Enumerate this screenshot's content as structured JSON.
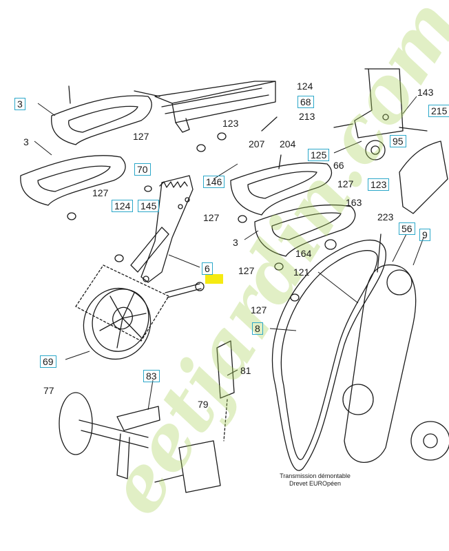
{
  "labels": [
    {
      "id": "3a",
      "text": "3",
      "boxed": true
    },
    {
      "id": "3b",
      "text": "3",
      "boxed": false
    },
    {
      "id": "3c",
      "text": "3",
      "boxed": false
    },
    {
      "id": "6",
      "text": "6",
      "boxed": true
    },
    {
      "id": "8",
      "text": "8",
      "boxed": true
    },
    {
      "id": "9",
      "text": "9",
      "boxed": true
    },
    {
      "id": "56",
      "text": "56",
      "boxed": true
    },
    {
      "id": "66",
      "text": "66",
      "boxed": false
    },
    {
      "id": "68",
      "text": "68",
      "boxed": true
    },
    {
      "id": "69",
      "text": "69",
      "boxed": true
    },
    {
      "id": "70",
      "text": "70",
      "boxed": true
    },
    {
      "id": "77",
      "text": "77",
      "boxed": false
    },
    {
      "id": "79",
      "text": "79",
      "boxed": false
    },
    {
      "id": "81",
      "text": "81",
      "boxed": false
    },
    {
      "id": "83",
      "text": "83",
      "boxed": true
    },
    {
      "id": "95",
      "text": "95",
      "boxed": true
    },
    {
      "id": "121",
      "text": "121",
      "boxed": false
    },
    {
      "id": "123a",
      "text": "123",
      "boxed": false
    },
    {
      "id": "123b",
      "text": "123",
      "boxed": true
    },
    {
      "id": "124a",
      "text": "124",
      "boxed": true
    },
    {
      "id": "124b",
      "text": "124",
      "boxed": false
    },
    {
      "id": "125",
      "text": "125",
      "boxed": true
    },
    {
      "id": "127a",
      "text": "127",
      "boxed": false
    },
    {
      "id": "127b",
      "text": "127",
      "boxed": false
    },
    {
      "id": "127c",
      "text": "127",
      "boxed": false
    },
    {
      "id": "127d",
      "text": "127",
      "boxed": false
    },
    {
      "id": "127e",
      "text": "127",
      "boxed": false
    },
    {
      "id": "127f",
      "text": "127",
      "boxed": false
    },
    {
      "id": "143",
      "text": "143",
      "boxed": false
    },
    {
      "id": "145",
      "text": "145",
      "boxed": true
    },
    {
      "id": "146",
      "text": "146",
      "boxed": true
    },
    {
      "id": "163",
      "text": "163",
      "boxed": false
    },
    {
      "id": "164",
      "text": "164",
      "boxed": false
    },
    {
      "id": "204",
      "text": "204",
      "boxed": false
    },
    {
      "id": "207",
      "text": "207",
      "boxed": false
    },
    {
      "id": "213",
      "text": "213",
      "boxed": false
    },
    {
      "id": "215",
      "text": "215",
      "boxed": true
    },
    {
      "id": "223",
      "text": "223",
      "boxed": false
    }
  ],
  "caption_line1": "Transmission démontable",
  "caption_line2": "Drevet EUROpéen",
  "watermark": "eetjardin.com",
  "colors": {
    "box_border": "#2aa7c9",
    "highlight": "#f5ea12",
    "watermark": "#b9d97a",
    "ink": "#1a1a1a"
  }
}
